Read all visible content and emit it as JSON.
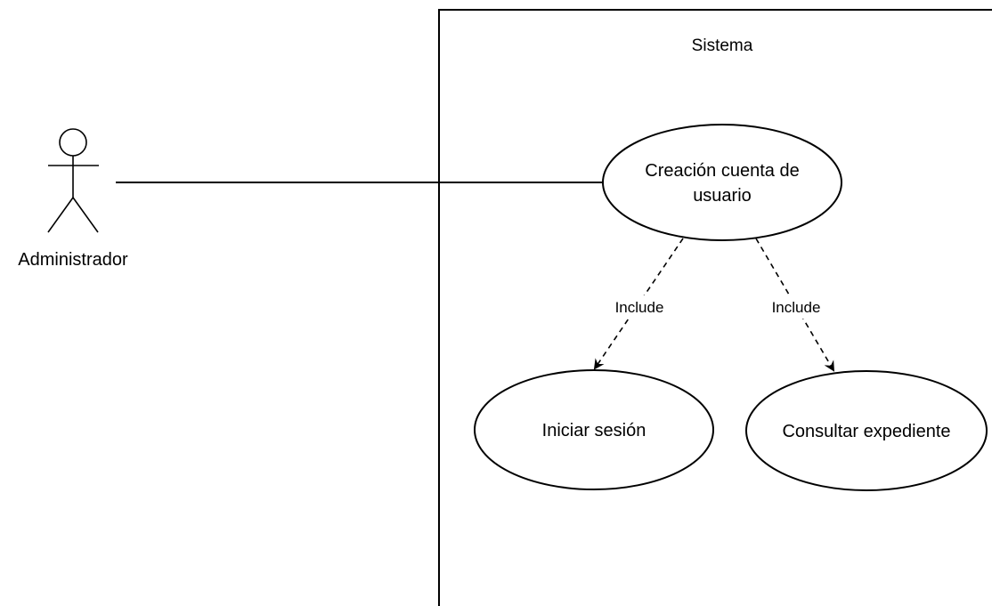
{
  "system": {
    "title": "Sistema"
  },
  "actor": {
    "name": "Administrador"
  },
  "use_cases": {
    "create_account": {
      "line1": "Creación cuenta de",
      "line2": "usuario"
    },
    "login": {
      "label": "Iniciar sesión"
    },
    "consult_file": {
      "label": "Consultar expediente"
    }
  },
  "relations": {
    "include_left": "Include",
    "include_right": "Include"
  }
}
